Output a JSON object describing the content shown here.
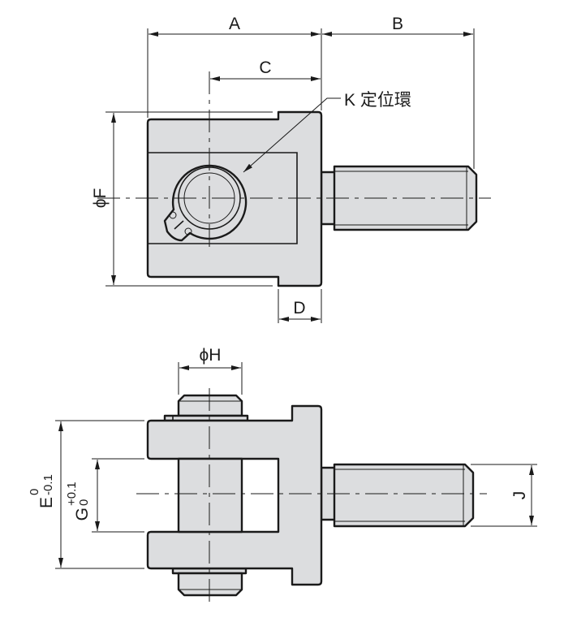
{
  "diagram": {
    "top_view": {
      "dimensions": {
        "a": "A",
        "b": "B",
        "c": "C",
        "d": "D",
        "f": "ϕF"
      },
      "callout": "K 定位環"
    },
    "side_view": {
      "dimensions": {
        "h": "ϕH",
        "e": "E",
        "e_upper_tol": "0",
        "e_lower_tol": "-0.1",
        "g": "G",
        "g_upper_tol": "+0.1",
        "g_lower_tol": "0",
        "j": "J"
      }
    },
    "colors": {
      "part_fill": "#dcdddf",
      "line": "#1a1a1a"
    }
  }
}
